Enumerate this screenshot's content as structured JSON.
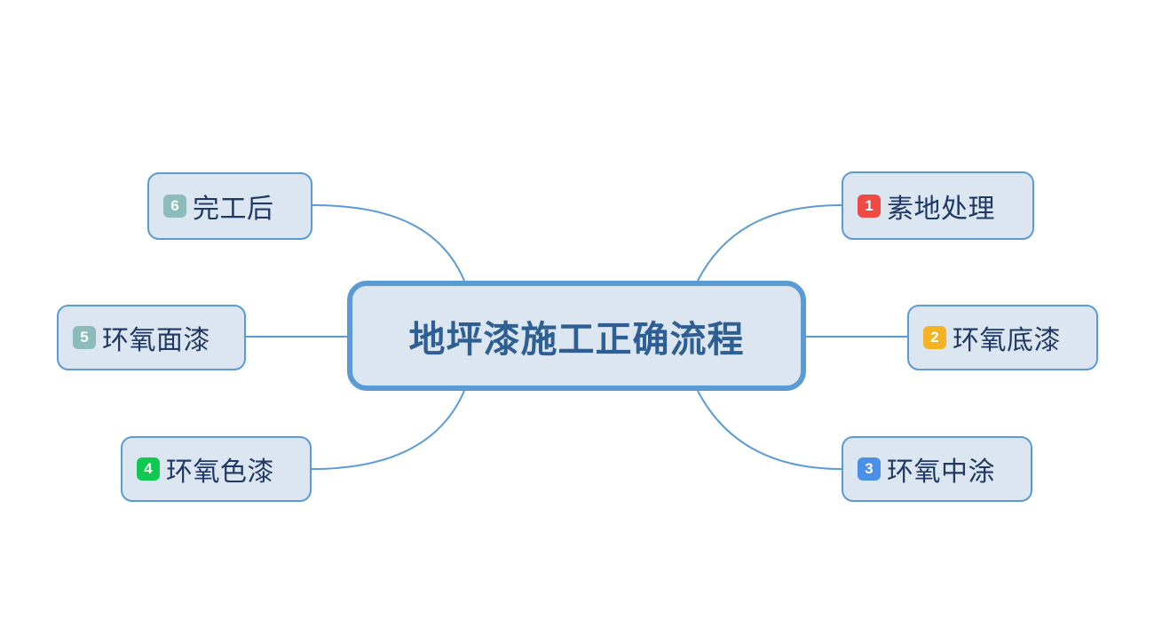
{
  "diagram": {
    "type": "mind-map",
    "title": "地坪漆施工正确流程",
    "colors": {
      "node_fill": "#dce6f1",
      "node_border": "#5b9bd5",
      "text": "#1f3864",
      "central_text": "#2e5f94",
      "connector": "#5b9bd5",
      "background": "#ffffff"
    },
    "central": {
      "label": "地坪漆施工正确流程"
    },
    "branches": [
      {
        "number": "1",
        "label": "素地处理",
        "badge_color": "#ef4a44",
        "side": "right",
        "position": "top"
      },
      {
        "number": "2",
        "label": "环氧底漆",
        "badge_color": "#f5b324",
        "side": "right",
        "position": "middle"
      },
      {
        "number": "3",
        "label": "环氧中涂",
        "badge_color": "#4a90e8",
        "side": "right",
        "position": "bottom"
      },
      {
        "number": "4",
        "label": "环氧色漆",
        "badge_color": "#11c850",
        "side": "left",
        "position": "bottom"
      },
      {
        "number": "5",
        "label": "环氧面漆",
        "badge_color": "#8bbcbb",
        "side": "left",
        "position": "middle"
      },
      {
        "number": "6",
        "label": "完工后",
        "badge_color": "#8bbcbb",
        "side": "left",
        "position": "top"
      }
    ]
  }
}
